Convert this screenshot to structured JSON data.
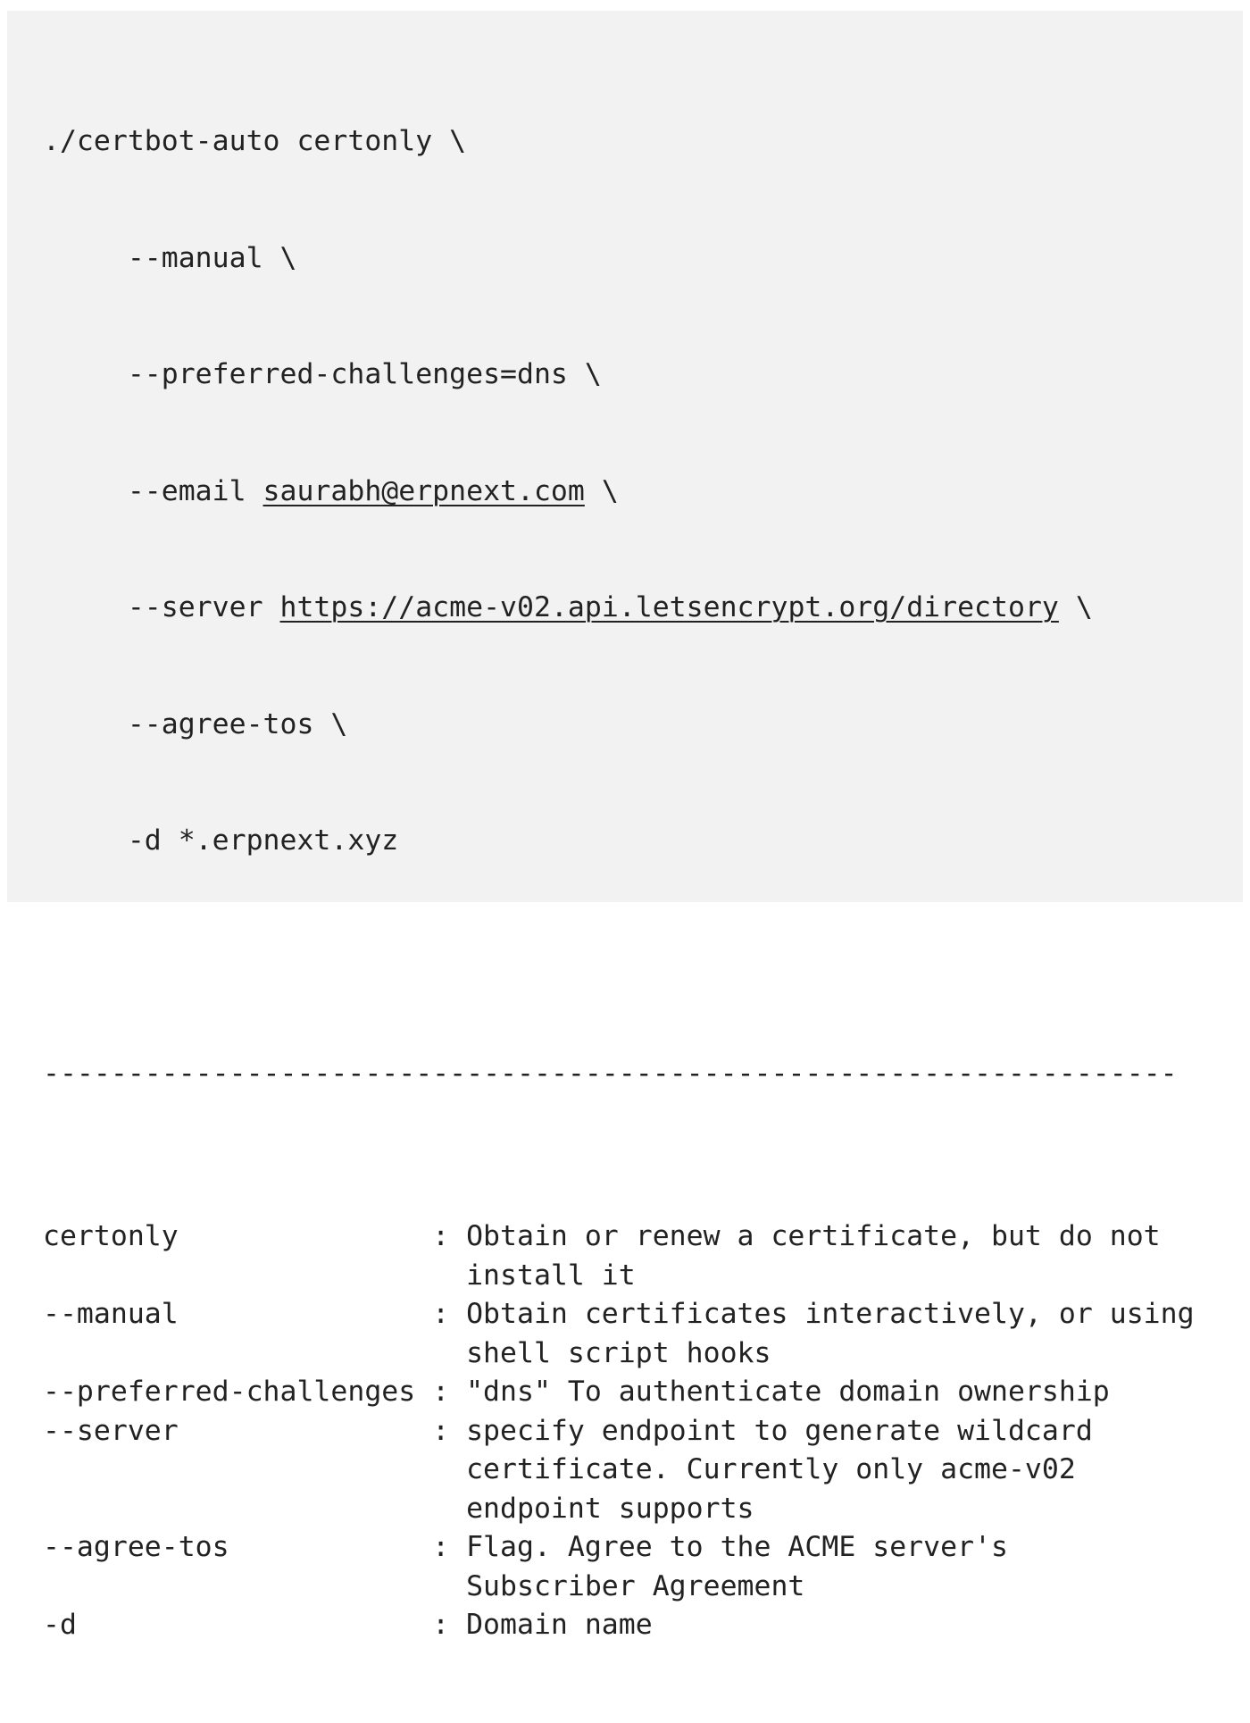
{
  "command": {
    "line1": "./certbot-auto certonly \\",
    "manual": "--manual \\",
    "preferred": "--preferred-challenges=dns \\",
    "email_flag": "--email ",
    "email_link": "saurabh@erpnext.com",
    "email_tail": " \\",
    "server_flag": "--server ",
    "server_link": "https://acme-v02.api.letsencrypt.org/directory",
    "server_tail": " \\",
    "agree": "--agree-tos \\",
    "domain": "-d *.erpnext.xyz"
  },
  "divider": "-------------------------------------------------------------------",
  "separator": ": ",
  "options": [
    {
      "flag": "certonly",
      "desc": [
        "Obtain or renew a certificate, but do not",
        "install it"
      ]
    },
    {
      "flag": "--manual",
      "desc": [
        "Obtain certificates interactively, or using",
        "shell script hooks"
      ]
    },
    {
      "flag": "--preferred-challenges",
      "desc": [
        "\"dns\" To authenticate domain ownership"
      ]
    },
    {
      "flag": "--server",
      "desc": [
        "specify endpoint to generate wildcard",
        "certificate. Currently only acme-v02",
        "endpoint supports"
      ]
    },
    {
      "flag": "--agree-tos",
      "desc": [
        "Flag. Agree to the ACME server's",
        "Subscriber Agreement"
      ]
    },
    {
      "flag": "-d",
      "desc": [
        "Domain name"
      ]
    }
  ]
}
